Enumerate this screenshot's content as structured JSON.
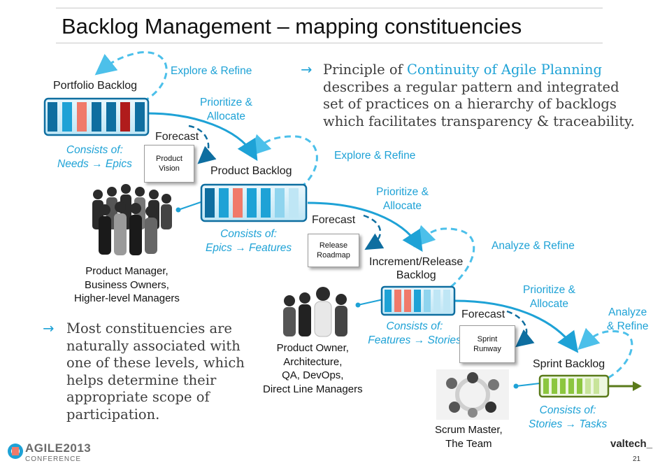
{
  "title": "Backlog Management – mapping constituencies",
  "principle": {
    "arrow": "→",
    "lines": [
      {
        "pre": "Principle of ",
        "hl": "Continuity of Agile Planning"
      },
      {
        "pre": "describes a regular pattern and integrated",
        "hl": ""
      },
      {
        "pre": "set of practices on a hierarchy of backlogs",
        "hl": ""
      },
      {
        "pre": "which facilitates transparency & traceability.",
        "hl": ""
      }
    ]
  },
  "constituencies_note": {
    "arrow": "→",
    "lines": [
      "Most constituencies are",
      "naturally associated with",
      "one of these levels, which",
      "helps determine their",
      "appropriate scope of",
      "participation."
    ]
  },
  "levels": {
    "portfolio": {
      "name": "Portfolio Backlog",
      "consists": "Consists of:",
      "items": "Needs → Epics",
      "explore": "Explore & Refine",
      "prioritize": [
        "Prioritize &",
        "Allocate"
      ],
      "forecast": "Forecast",
      "doc": [
        "Product",
        "Vision"
      ]
    },
    "product": {
      "name": "Product Backlog",
      "consists": "Consists of:",
      "items": "Epics → Features",
      "explore": "Explore & Refine",
      "prioritize": [
        "Prioritize &",
        "Allocate"
      ],
      "forecast": "Forecast",
      "doc": [
        "Release",
        "Roadmap"
      ],
      "people": [
        "Product Manager,",
        "Business Owners,",
        "Higher-level Managers"
      ]
    },
    "release": {
      "name": [
        "Increment/Release",
        "Backlog"
      ],
      "consists": "Consists of:",
      "items": "Features → Stories",
      "explore": "Analyze & Refine",
      "prioritize": [
        "Prioritize &",
        "Allocate"
      ],
      "forecast": "Forecast",
      "doc": [
        "Sprint",
        "Runway"
      ],
      "people": [
        "Product Owner,",
        "Architecture,",
        "QA, DevOps,",
        "Direct Line Managers"
      ]
    },
    "sprint": {
      "name": "Sprint Backlog",
      "consists": "Consists of:",
      "items": "Stories → Tasks",
      "explore": [
        "Analyze",
        "& Refine"
      ],
      "people": [
        "Scrum Master,",
        "The Team"
      ]
    }
  },
  "footer": {
    "conference": "AGILE2013",
    "conference_sub": "CONFERENCE",
    "company": "valtech_",
    "page_number": "21"
  },
  "colors": {
    "accent": "#1ea2d6",
    "dark_blue": "#0e6ea0",
    "red_dark": "#b01c1c",
    "salmon": "#f07a6a",
    "light_blue": "#bfe6f5",
    "green": "#8cc63f",
    "arrow_green": "#5a7a1a"
  },
  "icons": [
    "portfolio-backlog-icon",
    "product-backlog-icon",
    "release-backlog-icon",
    "sprint-backlog-icon",
    "people-photo-icon",
    "document-icon"
  ]
}
